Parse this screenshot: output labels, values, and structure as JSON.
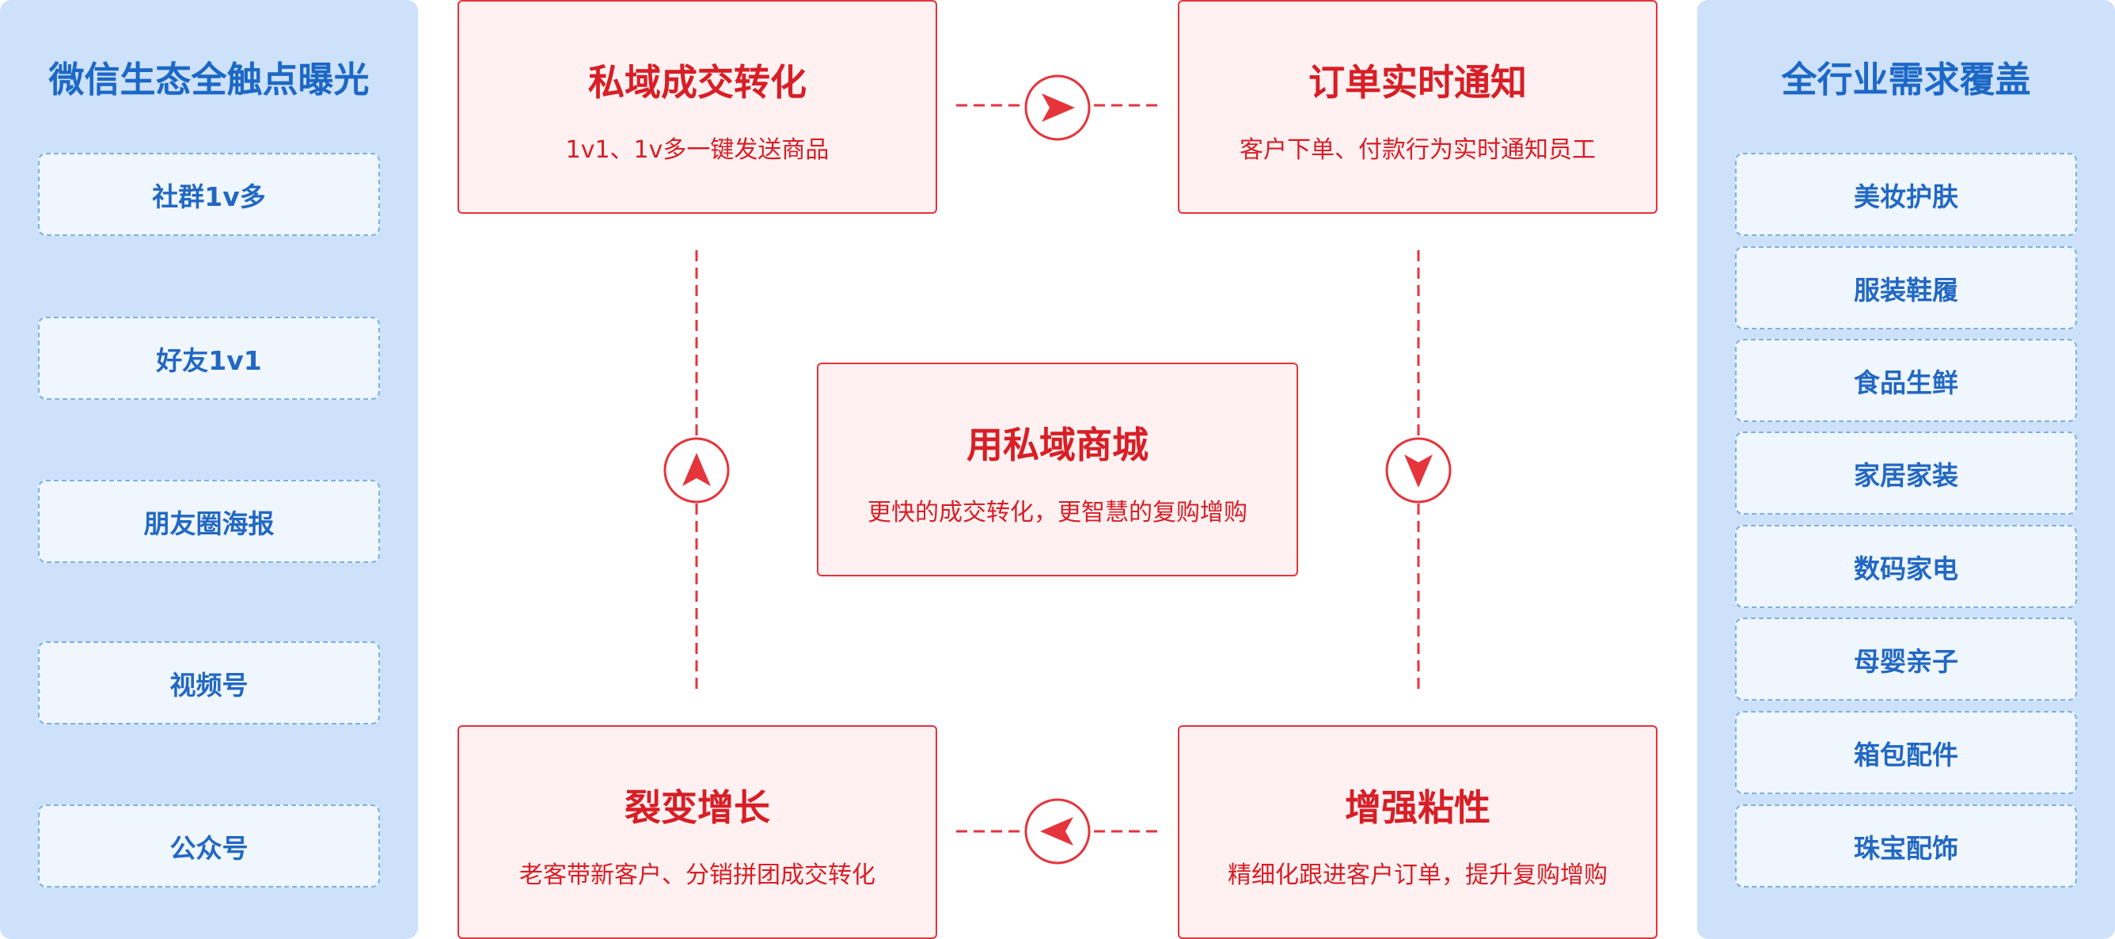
{
  "left_panel": {
    "title": "微信生态全触点曝光",
    "items": [
      "社群1v多",
      "好友1v1",
      "朋友圈海报",
      "视频号",
      "公众号"
    ]
  },
  "right_panel": {
    "title": "全行业需求覆盖",
    "items": [
      "美妆护肤",
      "服装鞋履",
      "食品生鲜",
      "家居家装",
      "数码家电",
      "母婴亲子",
      "箱包配件",
      "珠宝配饰"
    ]
  },
  "cards": {
    "top_left": {
      "title": "私域成交转化",
      "subtitle": "1v1、1v多一键发送商品"
    },
    "top_right": {
      "title": "订单实时通知",
      "subtitle": "客户下单、付款行为实时通知员工"
    },
    "center": {
      "title": "用私域商城",
      "subtitle": "更快的成交转化，更智慧的复购增购"
    },
    "bottom_left": {
      "title": "裂变增长",
      "subtitle": "老客带新客户、分销拼团成交转化"
    },
    "bottom_right": {
      "title": "增强粘性",
      "subtitle": "精细化跟进客户订单，提升复购增购"
    }
  },
  "colors": {
    "accent_red": "#d81e26",
    "panel_blue": "#cde1fb",
    "text_blue": "#1c68c6"
  },
  "icons": [
    "arrow-right-icon",
    "arrow-down-icon",
    "arrow-left-icon",
    "arrow-up-icon"
  ]
}
